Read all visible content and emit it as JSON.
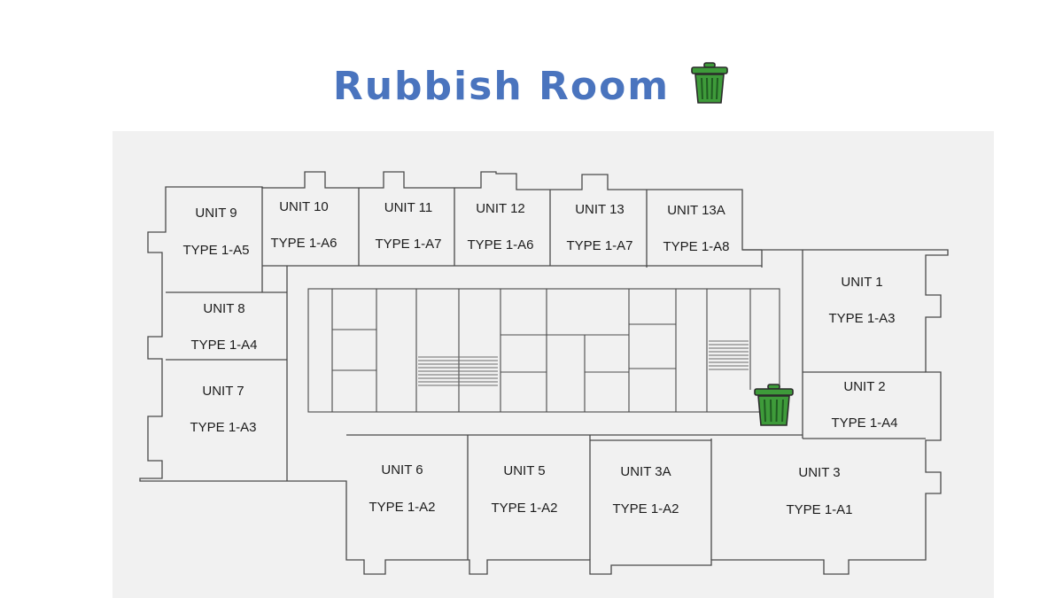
{
  "title": "Rubbish Room",
  "title_color": "#4a74be",
  "icons": {
    "title_icon": "trash-bin-icon",
    "marker_icon": "trash-bin-icon",
    "bin_color": "#3e9b3a"
  },
  "units": [
    {
      "id": "u9",
      "name": "UNIT 9",
      "type": "TYPE 1-A5"
    },
    {
      "id": "u10",
      "name": "UNIT 10",
      "type": "TYPE 1-A6"
    },
    {
      "id": "u11",
      "name": "UNIT 11",
      "type": "TYPE 1-A7"
    },
    {
      "id": "u12",
      "name": "UNIT 12",
      "type": "TYPE 1-A6"
    },
    {
      "id": "u13",
      "name": "UNIT 13",
      "type": "TYPE 1-A7"
    },
    {
      "id": "u13a",
      "name": "UNIT 13A",
      "type": "TYPE 1-A8"
    },
    {
      "id": "u8",
      "name": "UNIT 8",
      "type": "TYPE 1-A4"
    },
    {
      "id": "u7",
      "name": "UNIT 7",
      "type": "TYPE 1-A3"
    },
    {
      "id": "u1",
      "name": "UNIT 1",
      "type": "TYPE 1-A3"
    },
    {
      "id": "u2",
      "name": "UNIT 2",
      "type": "TYPE 1-A4"
    },
    {
      "id": "u6",
      "name": "UNIT 6",
      "type": "TYPE 1-A2"
    },
    {
      "id": "u5",
      "name": "UNIT 5",
      "type": "TYPE 1-A2"
    },
    {
      "id": "u3a",
      "name": "UNIT 3A",
      "type": "TYPE 1-A2"
    },
    {
      "id": "u3",
      "name": "UNIT 3",
      "type": "TYPE 1-A1"
    }
  ]
}
